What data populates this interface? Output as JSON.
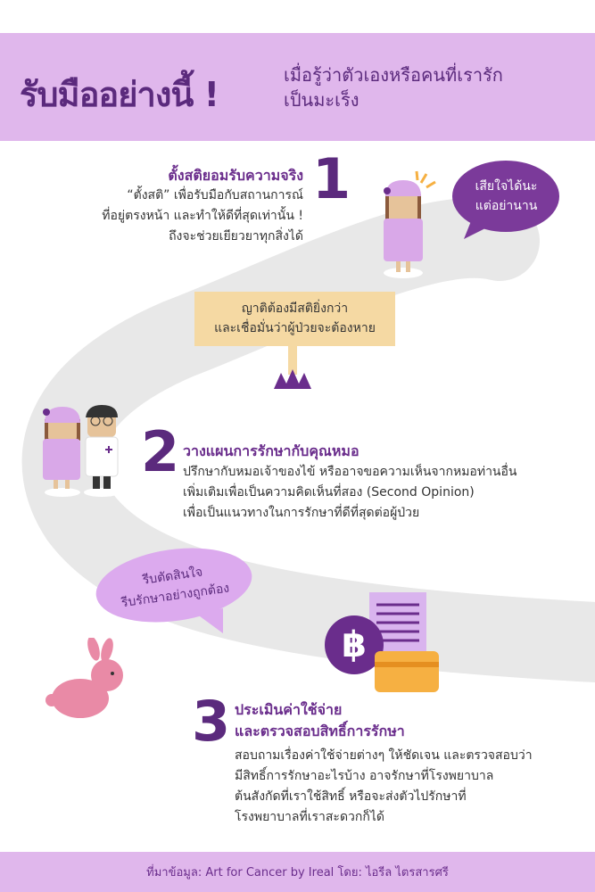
{
  "header": {
    "title": "รับมืออย่างนี้ !",
    "subtitle_line1": "เมื่อรู้ว่าตัวเองหรือคนที่เรารัก",
    "subtitle_line2": "เป็นมะเร็ง"
  },
  "step1": {
    "number": "1",
    "heading": "ตั้งสติยอมรับความจริง",
    "body": [
      "“ตั้งสติ” เพื่อรับมือกับสถานการณ์",
      "ที่อยู่ตรงหน้า และทำให้ดีที่สุดเท่านั้น !",
      "ถึงจะช่วยเยียวยาทุกสิ่งได้"
    ]
  },
  "bubble1": {
    "line1": "เสียใจได้นะ",
    "line2": "แต่อย่านาน"
  },
  "sign": {
    "line1": "ญาติต้องมีสติยิ่งกว่า",
    "line2": "และเชื่อมั่นว่าผู้ป่วยจะต้องหาย"
  },
  "step2": {
    "number": "2",
    "heading": "วางแผนการรักษากับคุณหมอ",
    "body": [
      "ปรึกษากับหมอเจ้าของไข้ หรืออาจขอความเห็นจากหมอท่านอื่น",
      "เพิ่มเติมเพื่อเป็นความคิดเห็นที่สอง (Second Opinion)",
      "เพื่อเป็นแนวทางในการรักษาที่ดีที่สุดต่อผู้ป่วย"
    ]
  },
  "bubble2": {
    "line1": "รีบตัดสินใจ",
    "line2": "รีบรักษาอย่างถูกต้อง"
  },
  "baht_symbol": "฿",
  "step3": {
    "number": "3",
    "heading1": "ประเมินค่าใช้จ่าย",
    "heading2": "และตรวจสอบสิทธิ์การรักษา",
    "body": [
      "สอบถามเรื่องค่าใช้จ่ายต่างๆ ให้ชัดเจน และตรวจสอบว่า",
      "มีสิทธิ์การรักษาอะไรบ้าง อาจรักษาที่โรงพยาบาล",
      "ต้นสังกัดที่เราใช้สิทธิ์ หรือจะส่งตัวไปรักษาที่",
      "โรงพยาบาลที่เราสะดวกก็ได้"
    ]
  },
  "footer": {
    "credit": "ที่มาข้อมูล: Art for Cancer by Ireal โดย: ไอรีล ไตรสารศรี"
  },
  "colors": {
    "header": "#e0b7ec",
    "purple": "#5b2a7d",
    "path": "#e8e8e8",
    "sign": "#f5d9a3",
    "orange": "#f6b042",
    "pink": "#e98aa6"
  }
}
